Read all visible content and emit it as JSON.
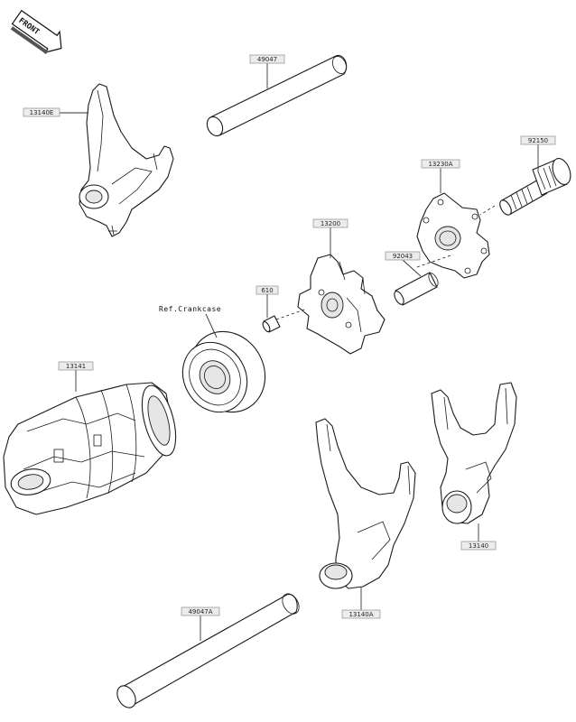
{
  "diagram": {
    "front_label": "FRONT",
    "ref_note": "Ref.Crankcase",
    "parts": [
      {
        "key": "shaft_upper",
        "number": "49047"
      },
      {
        "key": "fork_upper_left",
        "number": "13140E"
      },
      {
        "key": "bolt",
        "number": "92150"
      },
      {
        "key": "plate",
        "number": "13230A"
      },
      {
        "key": "star",
        "number": "13200"
      },
      {
        "key": "pin",
        "number": "92043"
      },
      {
        "key": "dowel",
        "number": "610"
      },
      {
        "key": "drum",
        "number": "13141"
      },
      {
        "key": "fork_right",
        "number": "13140"
      },
      {
        "key": "fork_mid",
        "number": "13140A"
      },
      {
        "key": "shaft_lower",
        "number": "49047A"
      }
    ]
  }
}
